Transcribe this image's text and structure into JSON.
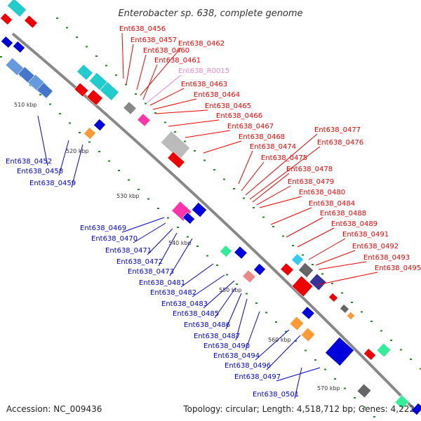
{
  "title": "Enterobacter sp. 638, complete genome",
  "footer": {
    "accession": "Accession: NC_009436",
    "summary": "Topology: circular; Length: 4,518,712 bp; Genes: 4,222"
  },
  "colors": {
    "backbone": "#888888",
    "forward": "#ee0000",
    "reverse": "#0000dd",
    "rna": "#ee88cc",
    "gc_skew": "#228822"
  },
  "ticks": [
    "510 kbp",
    "520 kbp",
    "530 kbp",
    "540 kbp",
    "550 kbp",
    "560 kbp",
    "570 kbp"
  ],
  "labels_forward": [
    "Ent638_0456",
    "Ent638_0457",
    "Ent638_0460",
    "Ent638_0462",
    "Ent638_0461",
    "Ent638_R0015",
    "Ent638_0463",
    "Ent638_0464",
    "Ent638_0465",
    "Ent638_0466",
    "Ent638_0467",
    "Ent638_0468",
    "Ent638_0474",
    "Ent638_0475",
    "Ent638_0477",
    "Ent638_0476",
    "Ent638_0478",
    "Ent638_0479",
    "Ent638_0480",
    "Ent638_0484",
    "Ent638_0488",
    "Ent638_0489",
    "Ent638_0491",
    "Ent638_0492",
    "Ent638_0493",
    "Ent638_0495"
  ],
  "labels_reverse": [
    "Ent638_0452",
    "Ent638_0458",
    "Ent638_0459",
    "Ent638_0469",
    "Ent638_0470",
    "Ent638_0471",
    "Ent638_0472",
    "Ent638_0473",
    "Ent638_0481",
    "Ent638_0482",
    "Ent638_0483",
    "Ent638_0485",
    "Ent638_0486",
    "Ent638_0487",
    "Ent638_0490",
    "Ent638_0494",
    "Ent638_0496",
    "Ent638_0497",
    "Ent638_0501"
  ]
}
